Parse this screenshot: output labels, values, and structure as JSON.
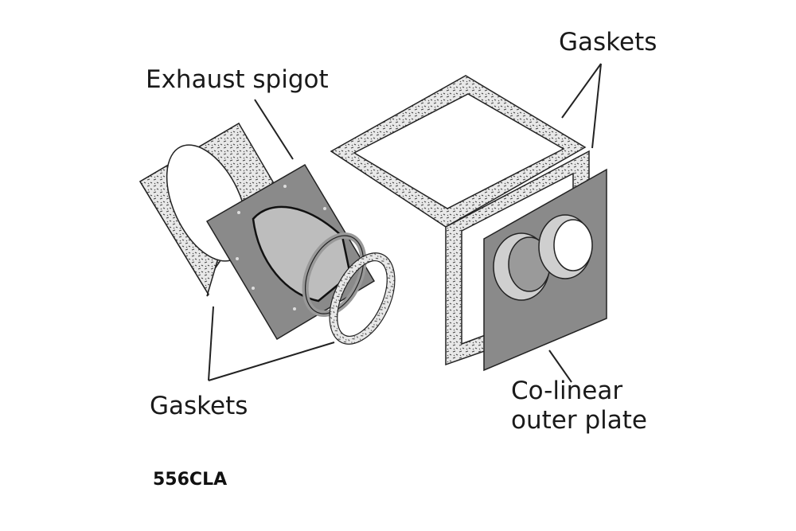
{
  "diagram": {
    "title_code": "556CLA",
    "labels": {
      "exhaust_spigot": "Exhaust spigot",
      "gaskets_top": "Gaskets",
      "gaskets_bottom": "Gaskets",
      "colinear_line1": "Co-linear",
      "colinear_line2": "outer plate"
    },
    "colors": {
      "plate": "#8a8a8a",
      "spigot": "#bdbdbd",
      "gasket": "#e6e6e6",
      "outline": "#222222"
    }
  }
}
